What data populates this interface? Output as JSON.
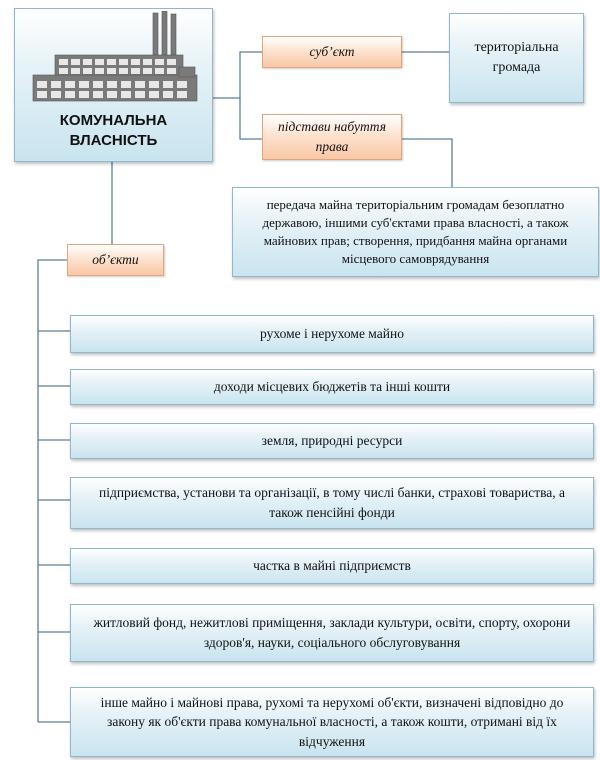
{
  "root": {
    "title": "КОМУНАЛЬНА ВЛАСНІСТЬ"
  },
  "subject": {
    "label": "суб’єкт",
    "value": "територіальна громада"
  },
  "basis": {
    "label": "підстави набуття права",
    "text": "передача майна територіальним громадам безоплатно державою, іншими суб'єктами права власності, а також майнових прав; створення, придбання майна органами місцевого самоврядування"
  },
  "objects": {
    "label": "об’єкти",
    "items": [
      "рухоме і нерухоме майно",
      "доходи місцевих бюджетів та інші кошти",
      "земля, природні ресурси",
      "підприємства, установи та організації, в тому числі банки, страхові товариства, а також пенсійні фонди",
      "частка в майні підприємств",
      "житловий фонд, нежитлові приміщення, заклади культури, освіти, спорту, охорони здоров'я, науки, соціального обслуговування",
      "інше майно і майнові права, рухомі та нерухомі об'єкти, визначені відповідно до закону як об'єкти права комунальної власності, а також кошти, отримані від їх відчуження"
    ]
  },
  "colors": {
    "connector": "#5b7f9a",
    "box_border": "#8fb8cc",
    "label_border": "#e1a57c"
  },
  "icons": {
    "root": "factory-icon"
  }
}
